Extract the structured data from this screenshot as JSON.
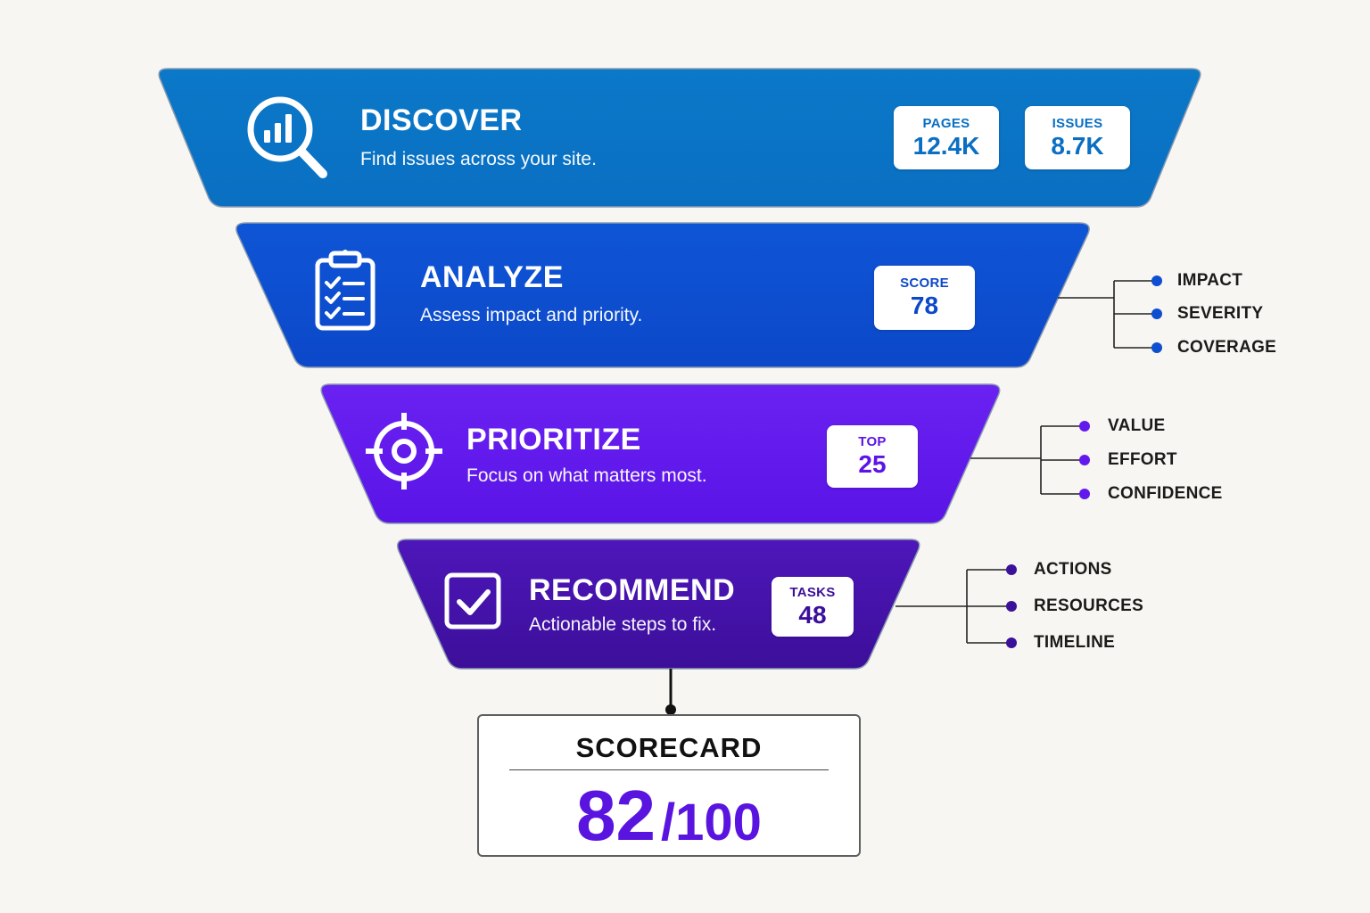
{
  "stages": [
    {
      "title": "DISCOVER",
      "description": "Find issues across your site.",
      "icon": "magnifier-chart-icon",
      "color": "#0a74c6",
      "stats": [
        {
          "label": "PAGES",
          "value": "12.4K"
        },
        {
          "label": "ISSUES",
          "value": "8.7K"
        }
      ],
      "branches": []
    },
    {
      "title": "ANALYZE",
      "description": "Assess impact and priority.",
      "icon": "clipboard-checklist-icon",
      "color": "#0d4fd0",
      "stats": [
        {
          "label": "SCORE",
          "value": "78"
        }
      ],
      "branches": [
        "IMPACT",
        "SEVERITY",
        "COVERAGE"
      ]
    },
    {
      "title": "PRIORITIZE",
      "description": "Focus on what matters most.",
      "icon": "target-crosshair-icon",
      "color": "#6219ee",
      "stats": [
        {
          "label": "TOP",
          "value": "25"
        }
      ],
      "branches": [
        "VALUE",
        "EFFORT",
        "CONFIDENCE"
      ]
    },
    {
      "title": "RECOMMEND",
      "description": "Actionable steps to fix.",
      "icon": "checkbox-icon",
      "color": "#4411a8",
      "stats": [
        {
          "label": "TASKS",
          "value": "48"
        }
      ],
      "branches": [
        "ACTIONS",
        "RESOURCES",
        "TIMELINE"
      ]
    }
  ],
  "scorecard": {
    "title": "SCORECARD",
    "score": "82",
    "max": "/100"
  },
  "colors": {
    "background": "#f7f6f2",
    "discover": "#0a74c6",
    "analyze": "#0d4fd0",
    "prioritize": "#6219ee",
    "recommend": "#4411a8",
    "score_accent": "#5a14e0"
  }
}
